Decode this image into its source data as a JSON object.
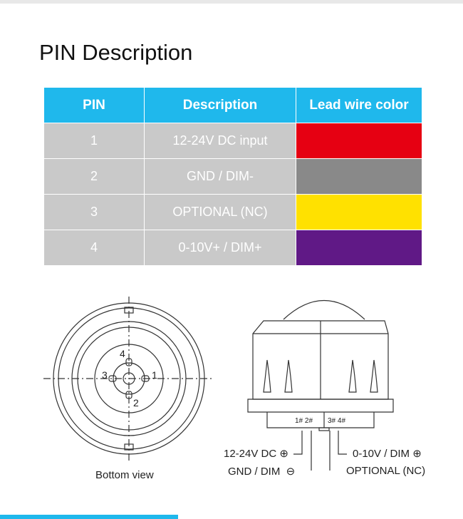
{
  "title": "PIN Description",
  "table": {
    "headers": [
      "PIN",
      "Description",
      "Lead wire color"
    ],
    "rows": [
      {
        "pin": "1",
        "description": "12-24V DC input",
        "color": "#e60012"
      },
      {
        "pin": "2",
        "description": "GND / DIM-",
        "color": "#898989"
      },
      {
        "pin": "3",
        "description": "OPTIONAL (NC)",
        "color": "#ffe100"
      },
      {
        "pin": "4",
        "description": "0-10V+ / DIM+",
        "color": "#601986"
      }
    ]
  },
  "bottom_view": {
    "caption": "Bottom view",
    "pins": [
      "1",
      "2",
      "3",
      "4"
    ]
  },
  "side_view": {
    "pin_labels_left": "1# 2#",
    "pin_labels_right": "3# 4#",
    "callouts": [
      "12-24V DC ⊕",
      "GND / DIM  ⊖",
      "0-10V / DIM ⊕",
      "OPTIONAL (NC)"
    ]
  }
}
